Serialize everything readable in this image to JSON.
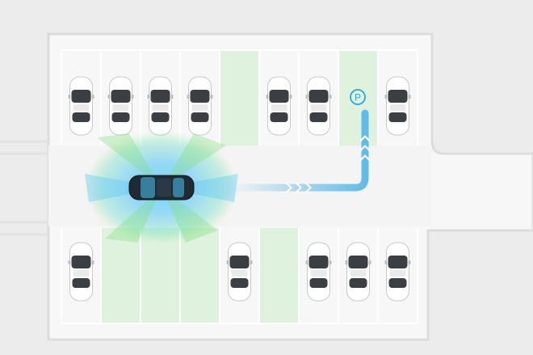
{
  "scene": {
    "parking_marker": "P",
    "colors": {
      "ground": "#ececec",
      "lot": "#f7f7f7",
      "curb": "#dcdcdc",
      "free_slot": "#dff2de",
      "lines": "#ffffff",
      "sensor_blue": "#4fc3f7",
      "sensor_green": "#7de07a",
      "path_arrow": "#4fb6ea",
      "marker": "#29a7e1",
      "car_body": "#ffffff",
      "car_glass": "#3b3f44",
      "ego_body": "#1f2a33"
    },
    "icons": {
      "marker": "parking-marker-icon",
      "arrows": "chevron-right-icon"
    },
    "top_row": [
      "occupied",
      "occupied",
      "occupied",
      "occupied",
      "free",
      "occupied",
      "occupied",
      "target",
      "occupied"
    ],
    "bottom_row": [
      "occupied",
      "free",
      "free",
      "free",
      "occupied",
      "free",
      "occupied",
      "occupied",
      "occupied"
    ]
  }
}
